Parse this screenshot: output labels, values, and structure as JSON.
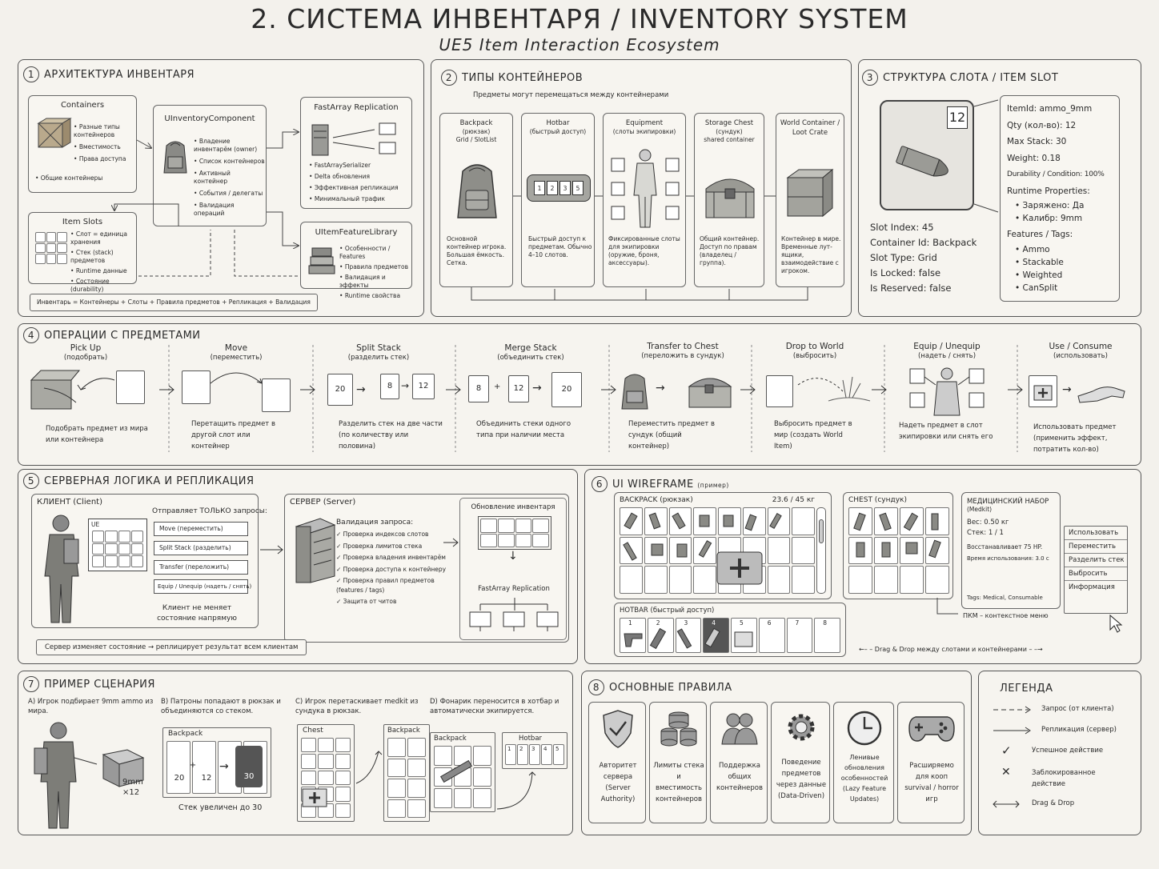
{
  "title": "2. СИСТЕМА ИНВЕНТАРЯ / INVENTORY SYSTEM",
  "subtitle": "UE5  Item  Interaction  Ecosystem",
  "s1": {
    "num": "1",
    "title": "АРХИТЕКТУРА  ИНВЕНТАРЯ",
    "containers": {
      "title": "Containers",
      "items": [
        "Разные типы контейнеров",
        "Вместимость",
        "Права доступа"
      ],
      "extra": "• Общие контейнеры"
    },
    "component": {
      "title": "UInventoryComponent",
      "items": [
        "Владение инвентарём (owner)",
        "Список контейнеров",
        "Активный контейнер",
        "События / делегаты",
        "Валидация операций"
      ]
    },
    "fastarray": {
      "title": "FastArray Replication",
      "items": [
        "FastArraySerializer",
        "Delta обновления",
        "Эффективная репликация",
        "Минимальный трафик"
      ]
    },
    "slots": {
      "title": "Item Slots",
      "items": [
        "Слот = единица хранения",
        "Стек (stack) предметов",
        "Runtime данные",
        "Состояние (durability)"
      ]
    },
    "library": {
      "title": "UItemFeatureLibrary",
      "items": [
        "Особенности / Features",
        "Правила предметов",
        "Валидация и эффекты",
        "Runtime свойства"
      ]
    },
    "formula": "Инвентарь = Контейнеры + Слоты + Правила предметов + Репликация + Валидация"
  },
  "s2": {
    "num": "2",
    "title": "ТИПЫ  КОНТЕЙНЕРОВ",
    "subtitle": "Предметы могут перемещаться между контейнерами",
    "cards": [
      {
        "title": "Backpack",
        "sub": "(рюкзак)",
        "sub2": "Grid / SlotList",
        "desc": "Основной контейнер игрока. Большая ёмкость. Сетка."
      },
      {
        "title": "Hotbar",
        "sub": "(быстрый доступ)",
        "sub2": "",
        "desc": "Быстрый доступ к предметам. Обычно 4–10 слотов."
      },
      {
        "title": "Equipment",
        "sub": "(слоты экипировки)",
        "sub2": "",
        "desc": "Фиксированные слоты для экипировки (оружие, броня, аксессуары)."
      },
      {
        "title": "Storage Chest",
        "sub": "(сундук)",
        "sub2": "shared container",
        "desc": "Общий контейнер. Доступ по правам (владелец / группа)."
      },
      {
        "title": "World Container /",
        "sub": "Loot Crate",
        "sub2": "",
        "desc": "Контейнер в мире. Временные лут-ящики, взаимодействие с игроком."
      }
    ],
    "hotbar_nums": [
      "1",
      "2",
      "3",
      "5"
    ]
  },
  "s3": {
    "num": "3",
    "title": "СТРУКТУРА  СЛОТА / ITEM SLOT",
    "qty_badge": "12",
    "left": [
      "Slot Index: 45",
      "Container Id: Backpack",
      "Slot Type: Grid",
      "Is Locked: false",
      "Is Reserved: false"
    ],
    "right": [
      "ItemId: ammo_9mm",
      "Qty (кол-во): 12",
      "Max Stack: 30",
      "Weight: 0.18",
      "Durability / Condition: 100%",
      "Runtime Properties:"
    ],
    "runtime": [
      "Заряжено: Да",
      "Калибр: 9mm"
    ],
    "features_title": "Features / Tags:",
    "features": [
      "Ammo",
      "Stackable",
      "Weighted",
      "CanSplit"
    ]
  },
  "s4": {
    "num": "4",
    "title": "ОПЕРАЦИИ  С  ПРЕДМЕТАМИ",
    "ops": [
      {
        "t": "Pick Up",
        "s": "(подобрать)",
        "d": "Подобрать предмет из мира или контейнера"
      },
      {
        "t": "Move",
        "s": "(переместить)",
        "d": "Перетащить предмет в другой слот или контейнер"
      },
      {
        "t": "Split Stack",
        "s": "(разделить стек)",
        "d": "Разделить стек на две части (по количеству или половина)"
      },
      {
        "t": "Merge Stack",
        "s": "(объединить стек)",
        "d": "Объединить стеки одного типа при наличии места"
      },
      {
        "t": "Transfer to Chest",
        "s": "(переложить в сундук)",
        "d": "Переместить предмет в сундук (общий контейнер)"
      },
      {
        "t": "Drop to World",
        "s": "(выбросить)",
        "d": "Выбросить предмет в мир (создать World Item)"
      },
      {
        "t": "Equip / Unequip",
        "s": "(надеть / снять)",
        "d": "Надеть предмет в слот экипировки или снять его"
      },
      {
        "t": "Use / Consume",
        "s": "(использовать)",
        "d": "Использовать предмет (применить эффект, потратить кол-во)"
      }
    ],
    "split": [
      "20",
      "8",
      "12"
    ],
    "merge": [
      "8",
      "+",
      "12",
      "20"
    ]
  },
  "s5": {
    "num": "5",
    "title": "СЕРВЕРНАЯ  ЛОГИКА  И  РЕПЛИКАЦИЯ",
    "client": {
      "title": "КЛИЕНТ (Client)",
      "req_title": "Отправляет ТОЛЬКО запросы:",
      "reqs": [
        "Move (переместить)",
        "Split Stack (разделить)",
        "Transfer (переложить)",
        "Equip / Unequip (надеть / снять)"
      ],
      "note": "Клиент не меняет состояние напрямую",
      "ue": "UE"
    },
    "server": {
      "title": "СЕРВЕР (Server)",
      "val_title": "Валидация запроса:",
      "checks": [
        "Проверка индексов слотов",
        "Проверка лимитов стека",
        "Проверка владения инвентарём",
        "Проверка доступа к контейнеру",
        "Проверка правил предметов (features / tags)",
        "Защита от читов"
      ],
      "update": "Обновление инвентаря",
      "fastarray": "FastArray Replication"
    },
    "footer": "Сервер изменяет состояние  →  реплицирует результат всем клиентам"
  },
  "s6": {
    "num": "6",
    "title": "UI  WIREFRAME",
    "title_sub": "(пример)",
    "backpack": {
      "title": "BACKPACK (рюкзак)",
      "weight": "23.6 / 45 кг"
    },
    "chest": {
      "title": "CHEST (сундук)"
    },
    "hotbar": {
      "title": "HOTBAR (быстрый доступ)",
      "nums": [
        "1",
        "2",
        "3",
        "4",
        "5",
        "6",
        "7",
        "8"
      ]
    },
    "tooltip": {
      "name": "МЕДИЦИНСКИЙ НАБОР",
      "name2": "(Medkit)",
      "weight": "Вес: 0.50 кг",
      "stack": "Стек: 1 / 1",
      "heal": "Восстанавливает 75 HP.",
      "time": "Время использования: 3.0 с",
      "tags": "Tags: Medical, Consumable"
    },
    "menu": [
      "Использовать",
      "Переместить",
      "Разделить стек",
      "Выбросить",
      "Информация"
    ],
    "rmb": "ПКМ – контекстное меню",
    "dnd": "Drag & Drop между слотами и контейнерами"
  },
  "s7": {
    "num": "7",
    "title": "ПРИМЕР  СЦЕНАРИЯ",
    "a": "A) Игрок подбирает 9mm ammo из мира.",
    "b": "B) Патроны попадают в рюкзак и объединяются со стеком.",
    "c": "C) Игрок перетаскивает medkit из сундука в рюкзак.",
    "d": "D) Фонарик переносится в хотбар и автоматически экипируется.",
    "ammo": "9mm\n×12",
    "backpack": "Backpack",
    "chest": "Chest",
    "hotbar": "Hotbar",
    "stack": [
      "20",
      "+",
      "12",
      "30"
    ],
    "stack_note": "Стек увеличен до 30",
    "hb_nums": [
      "1",
      "2",
      "3",
      "4",
      "5"
    ]
  },
  "s8": {
    "num": "8",
    "title": "ОСНОВНЫЕ  ПРАВИЛА",
    "rules": [
      "Авторитет сервера (Server Authority)",
      "Лимиты стека и вместимость контейнеров",
      "Поддержка общих контейнеров",
      "Поведение предметов через данные (Data-Driven)",
      "Ленивые обновления особенностей (Lazy Feature Updates)",
      "Расширяемо для кооп survival / horror игр"
    ]
  },
  "legend": {
    "title": "ЛЕГЕНДА",
    "items": [
      "Запрос (от клиента)",
      "Репликация (сервер)",
      "Успешное действие",
      "Заблокированное действие",
      "Drag & Drop"
    ]
  }
}
